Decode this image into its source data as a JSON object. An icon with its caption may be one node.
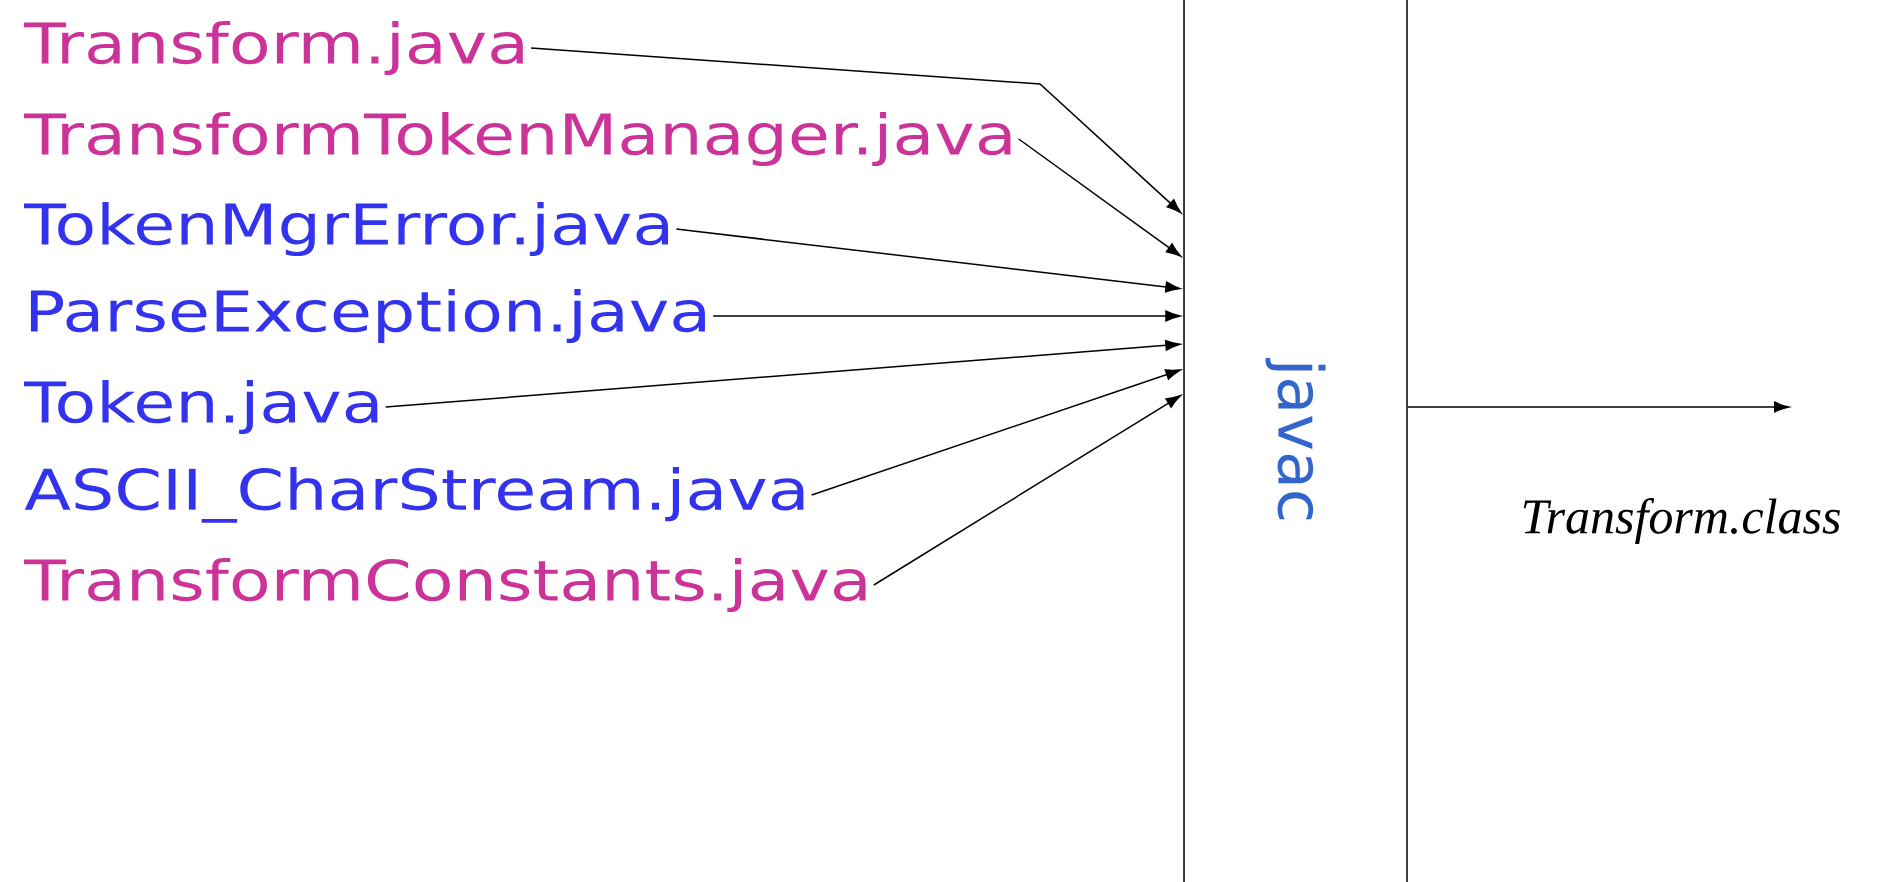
{
  "diagram": {
    "nodes": [
      {
        "text": [
          "Transform.java"
        ]
      },
      {
        "text": [
          "TransformTokenManager.java"
        ]
      },
      {
        "text": [
          "TokenMgrError.java"
        ]
      },
      {
        "text": [
          "ParseException.java"
        ]
      },
      {
        "text": [
          "Token.java"
        ]
      },
      {
        "text": [
          "ASCII_CharStream.java"
        ]
      },
      {
        "text": [
          "TransformConstants.java"
        ]
      },
      {
        "text": [
          "javac"
        ]
      }
    ],
    "edges": [
      {
        "from": 0,
        "to": 7,
        "arrow": "to"
      },
      {
        "from": 1,
        "to": 7,
        "arrow": "to"
      },
      {
        "from": 2,
        "to": 7,
        "arrow": "to"
      },
      {
        "from": 3,
        "to": 7,
        "arrow": "to"
      },
      {
        "from": 4,
        "to": 7,
        "arrow": "to"
      },
      {
        "from": 5,
        "to": 7,
        "arrow": "to"
      },
      {
        "from": 6,
        "to": 7,
        "arrow": "to"
      },
      {
        "from": 7,
        "to": null,
        "arrow": "to",
        "label": "Transform.class"
      }
    ]
  }
}
